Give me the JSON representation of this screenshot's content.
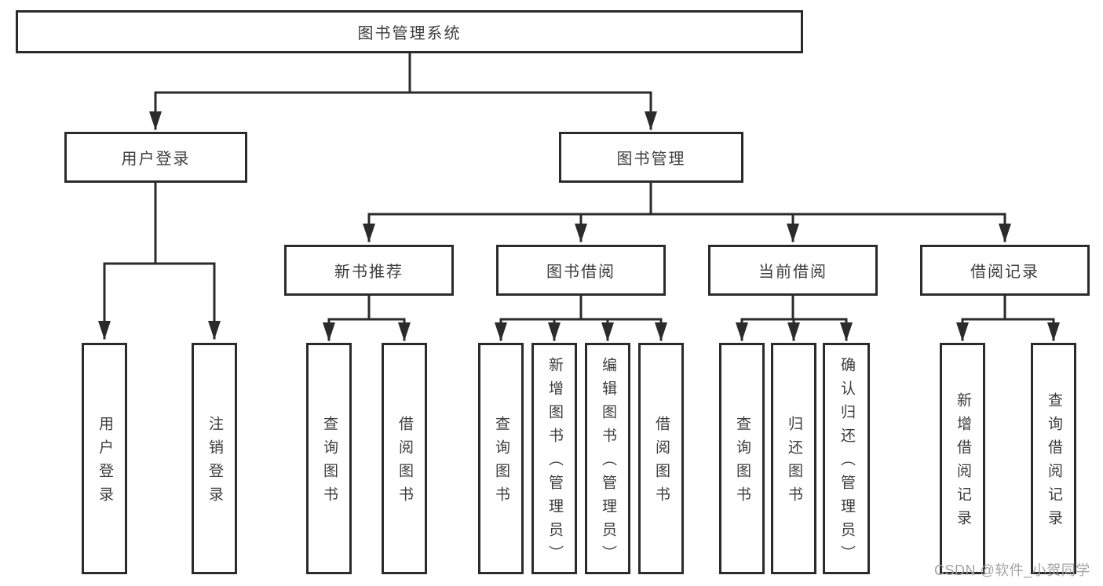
{
  "colors": {
    "line": "#2b2b2b",
    "box_border": "#2b2b2b",
    "box_fill": "#ffffff",
    "text": "#3d3d3d",
    "watermark": "#a3a3a3",
    "background": "#ffffff"
  },
  "tree": {
    "root": {
      "label": "图书管理系统",
      "children": [
        {
          "label": "用户登录",
          "children": [
            {
              "label": "用户登录"
            },
            {
              "label": "注销登录"
            }
          ]
        },
        {
          "label": "图书管理",
          "children": [
            {
              "label": "新书推荐",
              "children": [
                {
                  "label": "查询图书"
                },
                {
                  "label": "借阅图书"
                }
              ]
            },
            {
              "label": "图书借阅",
              "children": [
                {
                  "label": "查询图书"
                },
                {
                  "label": "新增图书（管理员）"
                },
                {
                  "label": "编辑图书（管理员）"
                },
                {
                  "label": "借阅图书"
                }
              ]
            },
            {
              "label": "当前借阅",
              "children": [
                {
                  "label": "查询图书"
                },
                {
                  "label": "归还图书"
                },
                {
                  "label": "确认归还（管理员）"
                }
              ]
            },
            {
              "label": "借阅记录",
              "children": [
                {
                  "label": "新增借阅记录"
                },
                {
                  "label": "查询借阅记录"
                }
              ]
            }
          ]
        }
      ]
    }
  },
  "watermark": {
    "text": "CSDN @软件_小贺同学"
  }
}
